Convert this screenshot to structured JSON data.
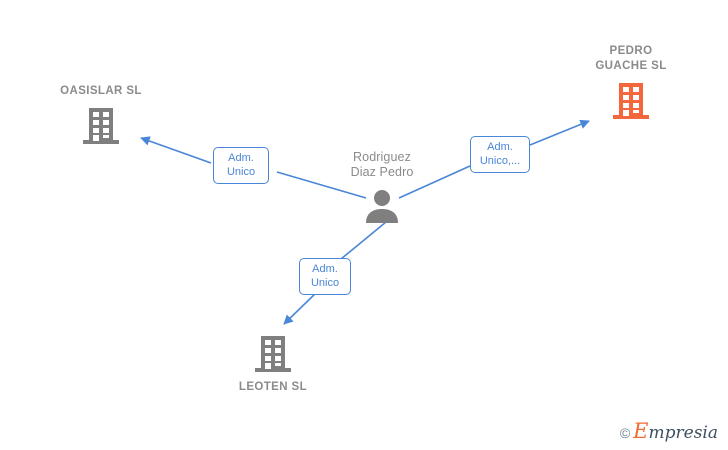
{
  "graph": {
    "title_node": "Rodriguez Diaz Pedro",
    "colors": {
      "company_default": "#7f7f7f",
      "company_highlight": "#f4673c",
      "person": "#7f7f7f",
      "edge": "#4a86d8",
      "label_text": "#8b8b8b",
      "relation_text": "#4a86d8",
      "background": "#ffffff"
    },
    "nodes": [
      {
        "id": "oasislar",
        "label": "OASISLAR SL",
        "type": "company",
        "icon": "building-icon",
        "highlight": false,
        "label_position": "above"
      },
      {
        "id": "pedro-guache",
        "label": "PEDRO\nGUACHE  SL",
        "type": "company",
        "icon": "building-icon",
        "highlight": true,
        "label_position": "above"
      },
      {
        "id": "person",
        "label": "Rodriguez\nDiaz Pedro",
        "type": "person",
        "icon": "person-icon",
        "highlight": false,
        "label_position": "above"
      },
      {
        "id": "leoten",
        "label": "LEOTEN SL",
        "type": "company",
        "icon": "building-icon",
        "highlight": false,
        "label_position": "below"
      }
    ],
    "edges": [
      {
        "id": "edge-oasislar",
        "from": "person",
        "to": "oasislar",
        "relation": "Adm.\nUnico"
      },
      {
        "id": "edge-pedro-guache",
        "from": "person",
        "to": "pedro-guache",
        "relation": "Adm.\nUnico,..."
      },
      {
        "id": "edge-leoten",
        "from": "person",
        "to": "leoten",
        "relation": "Adm.\nUnico"
      }
    ]
  },
  "watermark": {
    "copyright": "©",
    "brand_cap": "E",
    "brand_rest": "mpresia"
  }
}
